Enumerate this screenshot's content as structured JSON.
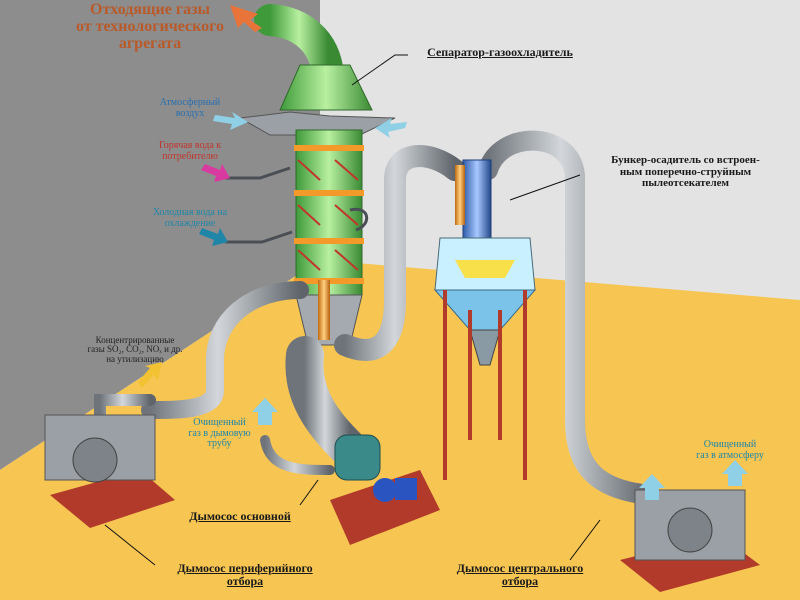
{
  "labels": {
    "exhaust_gases": "Отходящие газы\nот технологического\nагрегата",
    "separator_cooler": "Сепаратор-газоохладитель",
    "atmospheric_air": "Атмосферный\nвоздух",
    "hot_water": "Горячая вода к\nпотребителю",
    "cold_water": "Холодная вода на\nохлаждение",
    "bunker_settler": "Бункер-осадитель со встроен-\nным поперечно-струйным\nпылеотсекателем",
    "concentrated_gases": "Концентрированные\nгазы SO₂, CO₂, NOₓ и др.\nна утилизацию",
    "cleaned_gas_chimney": "Очищенный\nгаз в дымовую\nтрубу",
    "cleaned_gas_atmosphere": "Очищенный\nгаз в атмосферу",
    "main_exhauster": "Дымосос основной",
    "peripheral_exhauster": "Дымосос периферийного\nотбора",
    "central_exhauster": "Дымосос центрального\nотбора"
  },
  "colors": {
    "wall_left": "#8a8a8a",
    "wall_back": "#dedede",
    "floor": "#f5c24a",
    "pipe": "#9aa0a6",
    "separator_green": "#7fd46a",
    "orange": "#f39a2b",
    "frame_red": "#b23a2a",
    "arrow_orange": "#e8743a",
    "arrow_cyan": "#8fd0e6",
    "arrow_magenta": "#d83aa0",
    "arrow_yellow": "#f2c233"
  }
}
